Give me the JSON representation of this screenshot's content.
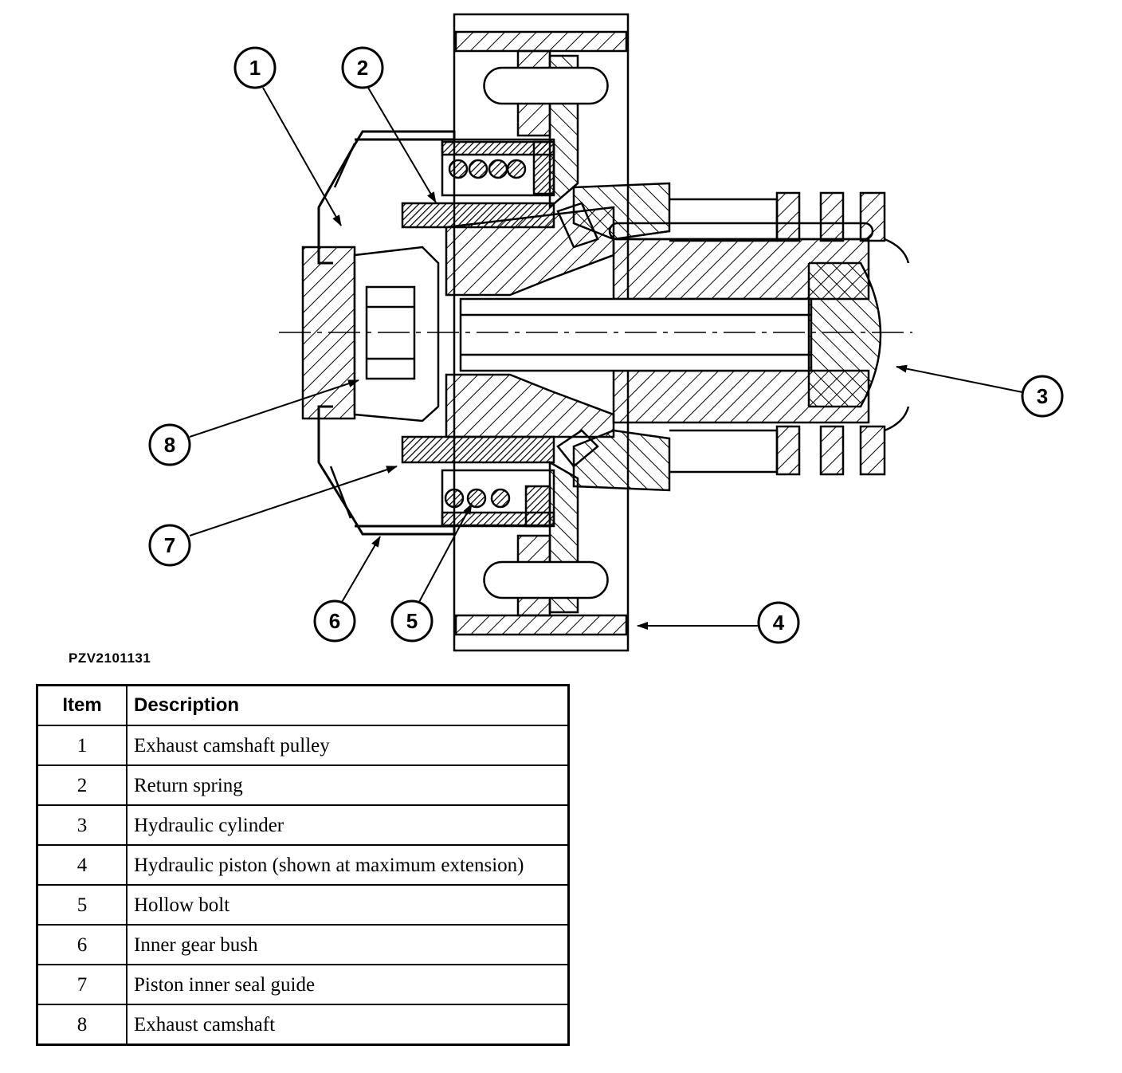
{
  "figure_code": "PZV2101131",
  "callouts": [
    {
      "number": "1"
    },
    {
      "number": "2"
    },
    {
      "number": "3"
    },
    {
      "number": "4"
    },
    {
      "number": "5"
    },
    {
      "number": "6"
    },
    {
      "number": "7"
    },
    {
      "number": "8"
    }
  ],
  "table": {
    "headers": {
      "item": "Item",
      "description": "Description"
    },
    "rows": [
      {
        "item": "1",
        "description": "Exhaust camshaft pulley"
      },
      {
        "item": "2",
        "description": "Return spring"
      },
      {
        "item": "3",
        "description": "Hydraulic cylinder"
      },
      {
        "item": "4",
        "description": "Hydraulic piston (shown at maximum extension)"
      },
      {
        "item": "5",
        "description": "Hollow bolt"
      },
      {
        "item": "6",
        "description": "Inner gear bush"
      },
      {
        "item": "7",
        "description": "Piston inner seal guide"
      },
      {
        "item": "8",
        "description": "Exhaust camshaft"
      }
    ]
  }
}
